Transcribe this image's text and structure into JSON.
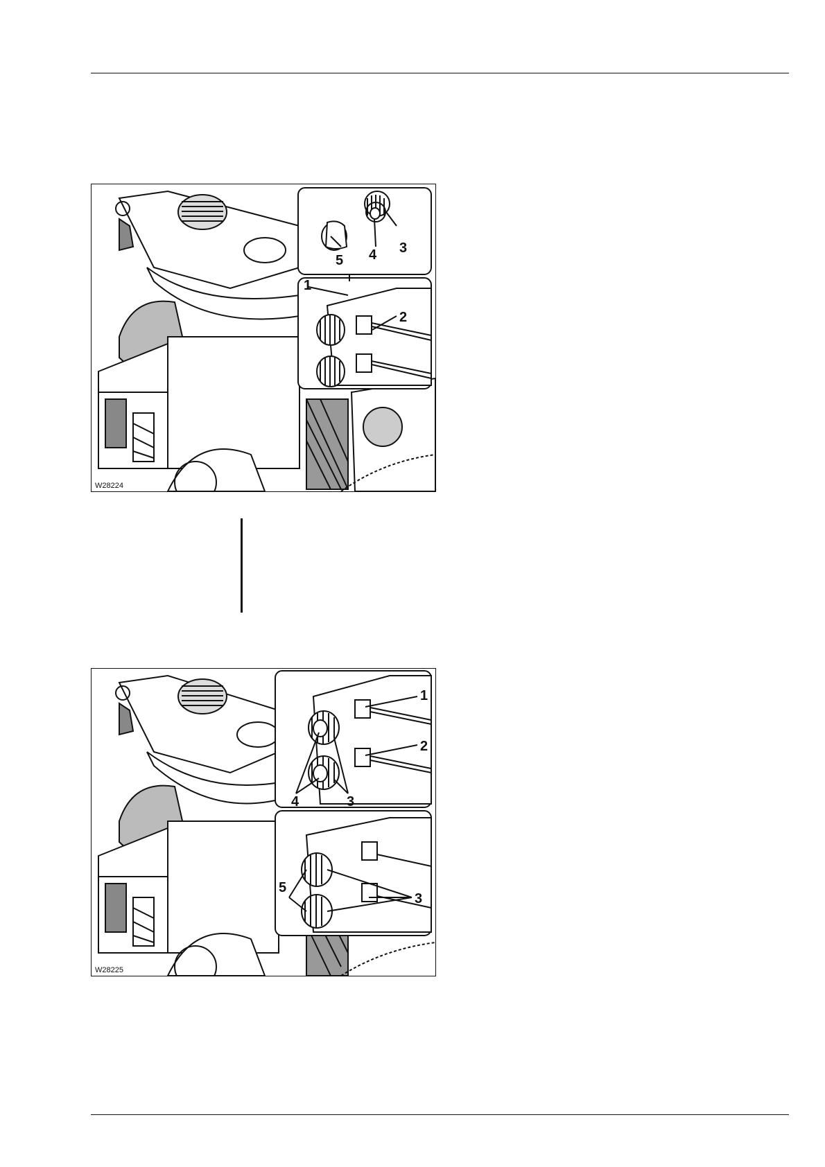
{
  "figures": [
    {
      "id": "W28224",
      "callouts": {
        "c1": "1",
        "c2": "2",
        "c3": "3",
        "c4": "4",
        "c5": "5"
      }
    },
    {
      "id": "W28225",
      "callouts": {
        "c1": "1",
        "c2": "2",
        "c3a": "3",
        "c4": "4",
        "c3b": "3",
        "c5": "5"
      }
    }
  ]
}
